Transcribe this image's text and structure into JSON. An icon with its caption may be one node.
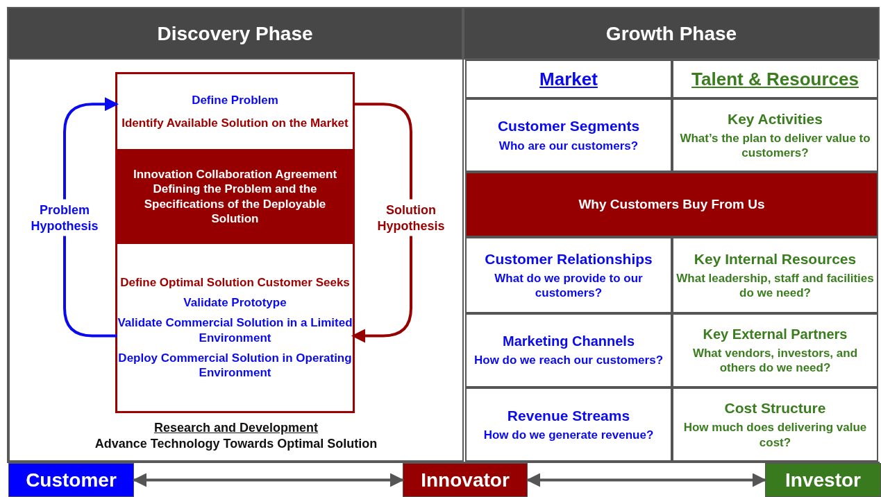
{
  "diagram": {
    "nodes": [
      {
        "text": [
          "Discovery Phase"
        ]
      },
      {
        "text": [
          "Growth Phase"
        ]
      },
      {
        "text": [],
        "shape": "box"
      },
      {
        "text": [
          "Define Problem",
          "Identify Available Solution on the Market"
        ],
        "in": 2
      },
      {
        "text": [
          "Innovation Collaboration Agreement Defining the Problem and the Specifications of the Deployable Solution"
        ],
        "in": 2
      },
      {
        "text": [
          "Define Optimal Solution Customer Seeks",
          "Validate Prototype",
          "Validate Commercial Solution in a Limited Environment",
          "Deploy Commercial Solution in Operating Environment"
        ],
        "in": 2
      },
      {
        "text": [
          "Market"
        ]
      },
      {
        "text": [
          "Talent & Resources"
        ]
      },
      {
        "text": [
          "Customer Segments",
          "Who are our customers?"
        ]
      },
      {
        "text": [
          "Key Activities",
          "What’s the plan to deliver value to customers?"
        ]
      },
      {
        "text": [
          "Why Customers Buy From Us"
        ]
      },
      {
        "text": [
          "Customer Relationships",
          "What do we provide to our customers?"
        ]
      },
      {
        "text": [
          "Key Internal Resources",
          "What leadership, staff and facilities do we need?"
        ]
      },
      {
        "text": [
          "Marketing Channels",
          "How do we reach our customers?"
        ]
      },
      {
        "text": [
          "Key External Partners",
          "What vendors, investors, and others do we need?"
        ]
      },
      {
        "text": [
          "Revenue Streams",
          "How do we generate revenue?"
        ]
      },
      {
        "text": [
          "Cost Structure",
          "How much does delivering value cost?"
        ]
      },
      {
        "text": [
          "Customer"
        ]
      },
      {
        "text": [
          "Innovator"
        ]
      },
      {
        "text": [
          "Investor"
        ]
      }
    ],
    "edges": [
      {
        "from": 5,
        "to": 3,
        "arrow": "to",
        "label": "Problem Hypothesis",
        "color": "#0a0af0"
      },
      {
        "from": 3,
        "to": 5,
        "arrow": "to",
        "label": "Solution Hypothesis",
        "color": "#960000"
      },
      {
        "from": 17,
        "to": 18,
        "arrow": "both"
      },
      {
        "from": 18,
        "to": 19,
        "arrow": "both"
      }
    ],
    "labels": [
      "Research and Development",
      "Advance Technology Towards Optimal Solution"
    ]
  }
}
